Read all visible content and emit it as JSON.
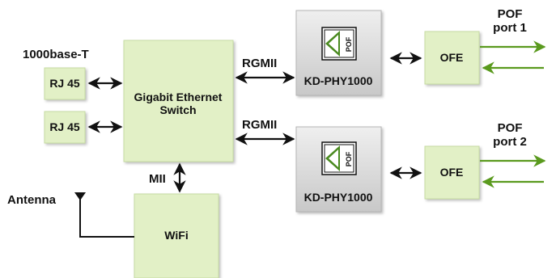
{
  "colors": {
    "green_block": "#e2f0c6",
    "green_border": "#c6dba2",
    "gray_block_top": "#ececec",
    "gray_block_bottom": "#c9c9c9",
    "fiber": "#5a9a1e",
    "line": "#111111"
  },
  "labels": {
    "ethernet_label": "1000base-T",
    "rgmii_1": "RGMII",
    "rgmii_2": "RGMII",
    "mii": "MII",
    "antenna": "Antenna",
    "pof_port_1_line1": "POF",
    "pof_port_1_line2": "port 1",
    "pof_port_2_line1": "POF",
    "pof_port_2_line2": "port 2"
  },
  "blocks": {
    "rj45_1": "RJ 45",
    "rj45_2": "RJ 45",
    "switch_line1": "Gigabit Ethernet",
    "switch_line2": "Switch",
    "wifi": "WiFi",
    "phy_1": "KD-PHY1000",
    "phy_2": "KD-PHY1000",
    "ofe_1": "OFE",
    "ofe_2": "OFE"
  },
  "logo": {
    "text": "POF",
    "icon": "pof-logo-icon"
  }
}
